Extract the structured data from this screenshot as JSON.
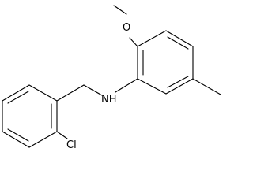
{
  "molecule": {
    "atoms": {
      "oxygen": "O",
      "nitrogen_hydrogen": "NH",
      "chlorine": "Cl"
    },
    "colors": {
      "bond": "#000000",
      "label": "#000000",
      "background": "#ffffff"
    }
  }
}
